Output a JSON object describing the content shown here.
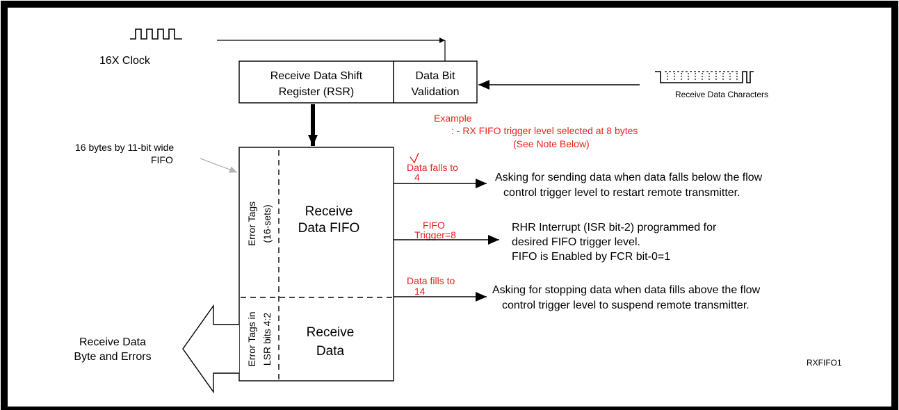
{
  "colors": {
    "border": "#000000",
    "annotation": "#e8231d",
    "pointer": "#b4b4b4",
    "background": "#ffffff"
  },
  "icons": {
    "clock": "square-wave-icon",
    "data": "serial-data-waveform-icon",
    "output": "hollow-left-arrow-icon"
  },
  "clock": {
    "label": "16X Clock"
  },
  "rsr": {
    "line1": "Receive Data Shift",
    "line2": "Register (RSR)"
  },
  "validation": {
    "line1": "Data Bit",
    "line2": "Validation"
  },
  "rx_chars": {
    "label": "Receive Data Characters"
  },
  "example": {
    "title": "Example",
    "line2": ": - RX FIFO trigger level selected at 8  bytes",
    "line3": "(See Note Below)"
  },
  "fifo_note": {
    "line1": "16  bytes by 11-bit wide",
    "line2": "FIFO"
  },
  "fifo": {
    "error_tags_line1": "Error Tags",
    "error_tags_line2": "(16-sets)",
    "title_line1": "Receive",
    "title_line2": "Data FIFO",
    "lsr_line1": "Error Tags in",
    "lsr_line2": "LSR bits 4:2",
    "data_line1": "Receive",
    "data_line2": "Data"
  },
  "levels": {
    "falls": {
      "line1": "Data falls to",
      "line2": "4"
    },
    "trigger": {
      "line1": "FIFO",
      "line2": "Trigger=8"
    },
    "fills": {
      "line1": "Data fills to",
      "line2": "14"
    }
  },
  "desc": {
    "falls_line1": "Asking for sending data when data falls below the flow",
    "falls_line2": "control trigger level to restart remote transmitter.",
    "rhr_line1": "RHR Interrupt (ISR bit-2) programmed for",
    "rhr_line2": "desired FIFO trigger level.",
    "rhr_line3": "FIFO is Enabled by FCR bit-0=1",
    "fills_line1": "Asking for stopping data when data fills above the flow",
    "fills_line2": "control trigger level to suspend remote transmitter."
  },
  "output": {
    "line1": "Receive Data",
    "line2": "Byte and Errors"
  },
  "figure_id": "RXFIFO1"
}
